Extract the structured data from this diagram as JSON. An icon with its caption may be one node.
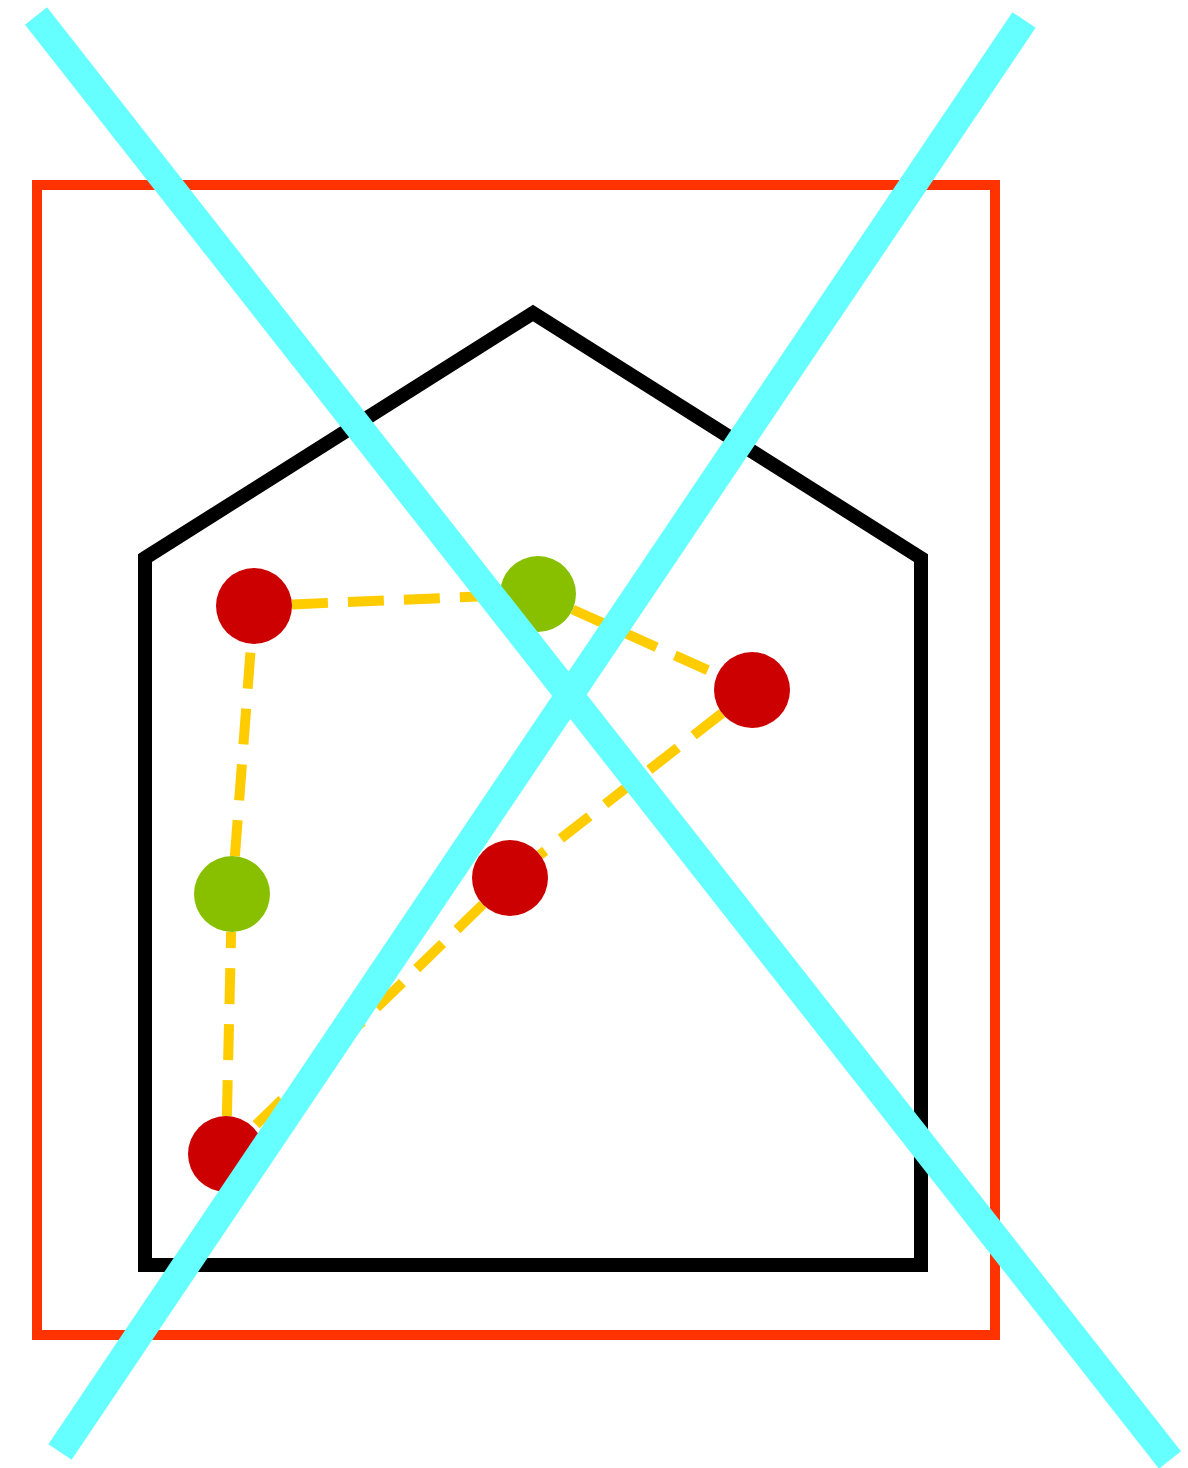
{
  "diagram": {
    "nodes": [
      {
        "text": [],
        "shape": "box"
      },
      {
        "text": [],
        "shape": "house",
        "in": 0
      },
      {
        "text": [],
        "shape": "circle",
        "in": 1
      },
      {
        "text": [],
        "shape": "circle",
        "in": 1
      },
      {
        "text": [],
        "shape": "circle",
        "in": 1
      },
      {
        "text": [],
        "shape": "circle",
        "in": 1
      },
      {
        "text": [],
        "shape": "circle",
        "in": 1
      },
      {
        "text": [],
        "shape": "circle",
        "in": 1
      }
    ],
    "edges": [
      {
        "from": 2,
        "to": 3,
        "arrow": "none",
        "style": "dashed"
      },
      {
        "from": 3,
        "to": 4,
        "arrow": "none",
        "style": "dashed"
      },
      {
        "from": 4,
        "to": 5,
        "arrow": "none",
        "style": "dashed"
      },
      {
        "from": 5,
        "to": 7,
        "arrow": "none",
        "style": "dashed"
      },
      {
        "from": 7,
        "to": 6,
        "arrow": "none",
        "style": "dashed"
      },
      {
        "from": 6,
        "to": 2,
        "arrow": "none",
        "style": "dashed"
      }
    ]
  }
}
